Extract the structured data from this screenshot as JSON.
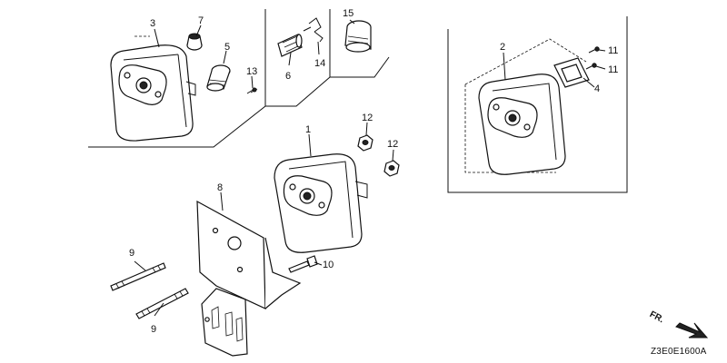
{
  "parts": [
    {
      "id": "muffler",
      "label": "1"
    },
    {
      "id": "muffler-assembly",
      "label": "2"
    },
    {
      "id": "muffler-upper-left",
      "label": "3"
    },
    {
      "id": "spark-arrester-gasket",
      "label": "4"
    },
    {
      "id": "spark-arrester-left",
      "label": "5"
    },
    {
      "id": "spark-arrester-screen",
      "label": "6"
    },
    {
      "id": "muffler-plug",
      "label": "7"
    },
    {
      "id": "muffler-stay",
      "label": "8"
    },
    {
      "id": "stud-bolt-upper",
      "label": "9"
    },
    {
      "id": "stud-bolt-lower",
      "label": "9"
    },
    {
      "id": "flange-bolt",
      "label": "10"
    },
    {
      "id": "screw-upper",
      "label": "11"
    },
    {
      "id": "screw-lower",
      "label": "11"
    },
    {
      "id": "flange-nut-upper",
      "label": "12"
    },
    {
      "id": "flange-nut-lower",
      "label": "12"
    },
    {
      "id": "tapping-screw",
      "label": "13"
    },
    {
      "id": "retaining-clip",
      "label": "14"
    },
    {
      "id": "spark-arrester-right",
      "label": "15"
    }
  ],
  "front_indicator": "FR.",
  "drawing_code": "Z3E0E1600A"
}
